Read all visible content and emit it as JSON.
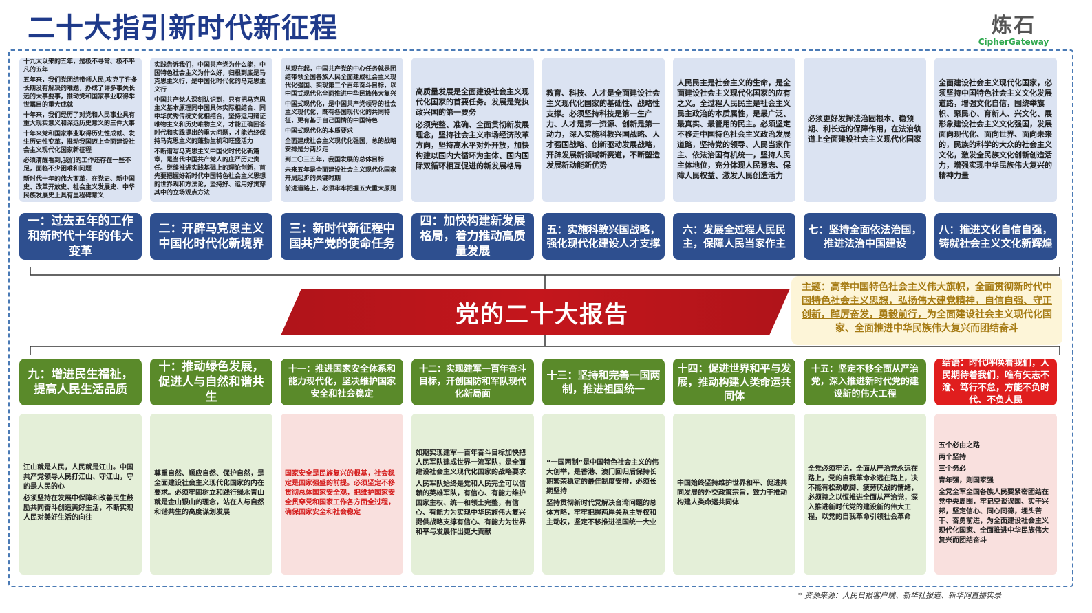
{
  "title": "二十大指引新时代新征程",
  "logo": {
    "main": "炼石",
    "sub": "CipherGateway"
  },
  "banner": "党的二十大报告",
  "theme": {
    "label": "主题：",
    "highlight": "高举中国特色社会主义伟大旗帜，全面贯彻新时代中国特色社会主义思想，弘扬伟大建党精神，自信自强、守正创新，踔厉奋发，勇毅前行，",
    "rest": "为全面建设社会主义现代化国家、全面推进中华民族伟大复兴而团结奋斗"
  },
  "top_sections": [
    {
      "header": "一：过去五年的工作和新时代十年的伟大变革",
      "paras": [
        "十九大以来的五年，是极不寻常、极不平凡的五年",
        "五年来，我们党团结带领人民,攻克了许多长期没有解决的难题，办成了许多事关长远的大事要事，推动党和国家事业取得举世瞩目的重大成就",
        "十年来，我们经历了对党和人民事业具有重大现实意义和深远历史意义的三件大事",
        "十年来党和国家事业取得历史性成就、发生历史性变革，推动我国迈上全面建设社会主义现代化国家新征程",
        "必须清醒看到,我们的工作还存在一些不足，面临不少困难和问题",
        "新时代十年的伟大变革，在党史、新中国史、改革开放史、社会主义发展史、中华民族发展史上具有里程碑意义"
      ]
    },
    {
      "header": "二：开辟马克思主义中国化时代化新境界",
      "paras": [
        "实践告诉我们，中国共产党为什么能，中国特色社会主义为什么好，归根到底是马克思主义行，是中国化时代化的马克思主义行",
        "中国共产党人深刻认识到，只有把马克思主义基本原理同中国具体实际相结合、同中华优秀传统文化相结合，坚持运用辩证唯物主义和历史唯物主义，才能正确回答时代和实践提出的重大问题，才能始终保持马克思主义的蓬勃生机和旺盛活力",
        "不断谱写马克思主义中国化时代化新篇章，是当代中国共产党人的庄严历史责任。继续推进实践基础上的理论创新，首先要把握好新时代中国特色社会主义思想的世界观和方法论，坚持好、运用好贯穿其中的立场观点方法"
      ]
    },
    {
      "header": "三：新时代新征程中国共产党的使命任务",
      "paras": [
        "从现在起，中国共产党的中心任务就是团结带领全国各族人民全面建成社会主义现代化强国、实现第二个百年奋斗目标，以中国式现代化全面推进中华民族伟大复兴",
        "中国式现代化，是中国共产党领导的社会主义现代化，既有各国现代化的共同特征，更有基于自己国情的中国特色",
        "中国式现代化的本质要求",
        "全面建成社会主义现代化强国，总的战略安排是分两步走",
        "到二〇三五年，我国发展的总体目标",
        "未来五年是全面建设社会主义现代化国家开局起步的关键时期",
        "前进道路上，必须牢牢把握五大重大原则"
      ]
    },
    {
      "header": "四：加快构建新发展格局，着力推动高质量发展",
      "paras": [
        "高质量发展是全面建设社会主义现代化国家的首要任务。发展是党执政兴国的第一要务",
        "必须完整、准确、全面贯彻新发展理念，坚持社会主义市场经济改革方向，坚持高水平对外开放，加快构建以国内大循环为主体、国内国际双循环相互促进的新发展格局"
      ]
    },
    {
      "header": "五：实施科教兴国战略，强化现代化建设人才支撑",
      "paras": [
        "教育、科技、人才是全面建设社会主义现代化国家的基础性、战略性支撑。必须坚持科技是第一生产力、人才是第一资源、创新是第一动力，深入实施科教兴国战略、人才强国战略、创新驱动发展战略，开辟发展新领域新赛道，不断塑造发展新动能新优势"
      ]
    },
    {
      "header": "六：发展全过程人民民主，保障人民当家作主",
      "paras": [
        "人民民主是社会主义的生命，是全面建设社会主义现代化国家的应有之义。全过程人民民主是社会主义民主政治的本质属性，是最广泛、最真实、最管用的民主。必须坚定不移走中国特色社会主义政治发展道路，坚持党的领导、人民当家作主、依法治国有机统一，坚持人民主体地位，充分体现人民意志、保障人民权益、激发人民创造活力"
      ]
    },
    {
      "header": "七：坚持全面依法治国，推进法治中国建设",
      "paras": [
        "必须更好发挥法治固根本、稳预期、利长远的保障作用，在法治轨道上全面建设社会主义现代化国家"
      ]
    },
    {
      "header": "八：推进文化自信自强，铸就社会主义文化新辉煌",
      "paras": [
        "全面建设社会主义现代化国家，必须坚持中国特色社会主义文化发展道路，增强文化自信，围绕举旗帜、聚民心、育新人、兴文化、展形象建设社会主义文化强国，发展面向现代化、面向世界、面向未来的，民族的科学的大众的社会主义文化，激发全民族文化创新创造活力，增强实现中华民族伟大复兴的精神力量"
      ]
    }
  ],
  "bottom_sections": [
    {
      "header": "九：增进民生福祉，提高人民生活品质",
      "paras": [
        "江山就是人民，人民就是江山。中国共产党领导人民打江山、守江山，守的是人民的心",
        "必须坚持在发展中保障和改善民生鼓励共同奋斗创造美好生活，不断实现人民对美好生活的向往"
      ]
    },
    {
      "header": "十：推动绿色发展，促进人与自然和谐共生",
      "paras": [
        "尊重自然、顺应自然、保护自然，是全面建设社会主义现代化国家的内在要求。必须牢固树立和践行绿水青山就是金山银山的理念，站在人与自然和谐共生的高度谋划发展"
      ]
    },
    {
      "header": "十一：推进国家安全体系和能力现代化，坚决维护国家安全和社会稳定",
      "paras": [
        "国家安全是民族复兴的根基，社会稳定是国家强盛的前提。必须坚定不移贯彻总体国家安全观，把维护国家安全贯穿党和国家工作各方面全过程，确保国家安全和社会稳定"
      ]
    },
    {
      "header": "十二：实现建军一百年奋斗目标，开创国防和军队现代化新局面",
      "paras": [
        "如期实现建军一百年奋斗目标加快把人民军队建成世界一流军队，是全面建设社会主义现代化国家的战略要求",
        "人民军队始终是党和人民完全可以信赖的英雄军队，有信心、有能力维护国家主权、统一和领土完整，有信心、有能力为实现中华民族伟大复兴提供战略支撑有信心、有能力为世界和平与发展作出更大贡献"
      ]
    },
    {
      "header": "十三：坚持和完善一国两制，推进祖国统一",
      "paras": [
        "“一国两制”是中国特色社会主义的伟大创举，是香港、澳门回归后保持长期繁荣稳定的最佳制度安排，必须长期坚持",
        "坚持贯彻新时代党解决台湾问题的总体方略，牢牢把握两岸关系主导权和主动权，坚定不移推进祖国统一大业"
      ]
    },
    {
      "header": "十四：促进世界和平与发展，推动构建人类命运共同体",
      "paras": [
        "中国始终坚持维护世界和平、促进共同发展的外交政策宗旨，致力于推动构建人类命运共同体"
      ]
    },
    {
      "header": "十五：坚定不移全面从严治党，深入推进新时代党的建设新的伟大工程",
      "paras": [
        "全党必须牢记，全面从严治党永远在路上，党的自我革命永远在路上，决不能有松劲歇脚、疲劳厌战的情绪，必须持之以恒推进全面从严治党，深入推进新时代党的建设新的伟大工程，以党的自我革命引领社会革命"
      ]
    },
    {
      "header": "结语：时代呼唤着我们，人民期待着我们，唯有矢志不渝、笃行不怠，方能不负时代、不负人民",
      "paras": [
        "五个必由之路",
        "两个坚持",
        "三个务必",
        "青年强，则国家强",
        "全党全军全国各族人民要紧密团结在党中央周围，牢记空谈误国、实干兴邦，坚定信心、同心同德，埋头苦干、奋勇前进，为全面建设社会主义现代化国家、全面推进中华民族伟大复兴而团结奋斗"
      ]
    }
  ],
  "source": "* 资源来源：人民日报客户端、新华社报道、新华网直播实录",
  "colors": {
    "title": "#1f3a8a",
    "top_header": "#2e4f8f",
    "bottom_header": "#5a8a2a",
    "conclusion": "#e01e1e",
    "banner": "#c4161c",
    "theme_text": "#a57a12"
  }
}
